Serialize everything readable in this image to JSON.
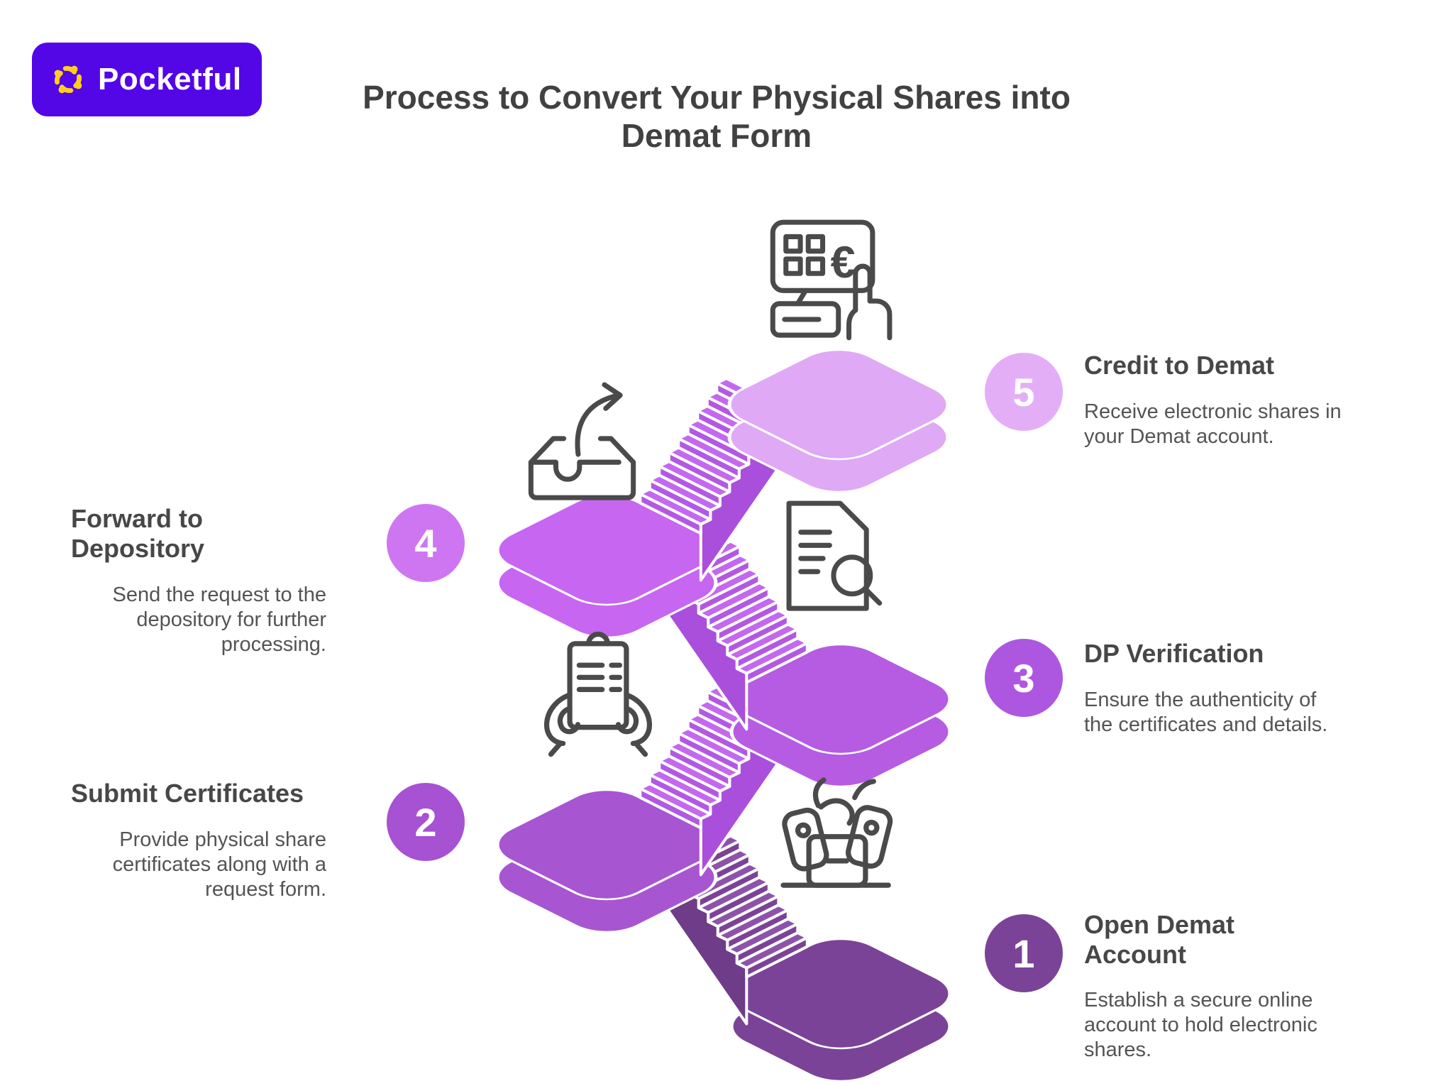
{
  "brand": {
    "name": "Pocketful",
    "accent": "#5306E6",
    "mark_color": "#FFCE1F"
  },
  "header": {
    "title_line1": "Process to Convert Your Physical Shares into",
    "title_line2": "Demat Form"
  },
  "steps": [
    {
      "num": "1",
      "title": "Open Demat Account",
      "desc": "Establish a secure online account to hold electronic shares.",
      "side": "right",
      "icon": "hand-opening-account-icon",
      "colors": {
        "circle": "#7B4397",
        "platform": "#7B4397"
      }
    },
    {
      "num": "2",
      "title": "Submit Certificates",
      "desc": "Provide physical share certificates along with a request form.",
      "side": "left",
      "icon": "hands-holding-certificate-icon",
      "colors": {
        "circle": "#A751D3",
        "platform": "#A855D2"
      }
    },
    {
      "num": "3",
      "title": "DP Verification",
      "desc": "Ensure the authenticity of the certificates and details.",
      "side": "right",
      "icon": "document-magnifier-icon",
      "colors": {
        "circle": "#AD57E0",
        "platform": "#B55CE3"
      }
    },
    {
      "num": "4",
      "title": "Forward to Depository",
      "desc": "Send the request to the depository for further processing.",
      "side": "left",
      "icon": "outbox-arrow-icon",
      "colors": {
        "circle": "#CE76F2",
        "platform": "#C766F0"
      }
    },
    {
      "num": "5",
      "title": "Credit to Demat",
      "desc": "Receive electronic shares in your Demat account.",
      "side": "right",
      "icon": "payment-terminal-icon",
      "colors": {
        "circle": "#E4AEF7",
        "platform": "#DFA9F5"
      }
    }
  ],
  "palette": {
    "flight_bright": {
      "tread": "#C368EF",
      "riser": "#B258E3",
      "side": "#AA4FDC"
    },
    "flight_dark": {
      "tread": "#8D53AB",
      "riser": "#7B4397",
      "side": "#6E3C88"
    },
    "outline": "#FFFFFF",
    "icon_stroke": "#4A4A4A",
    "title_color": "#474747",
    "text_color": "#545454"
  }
}
